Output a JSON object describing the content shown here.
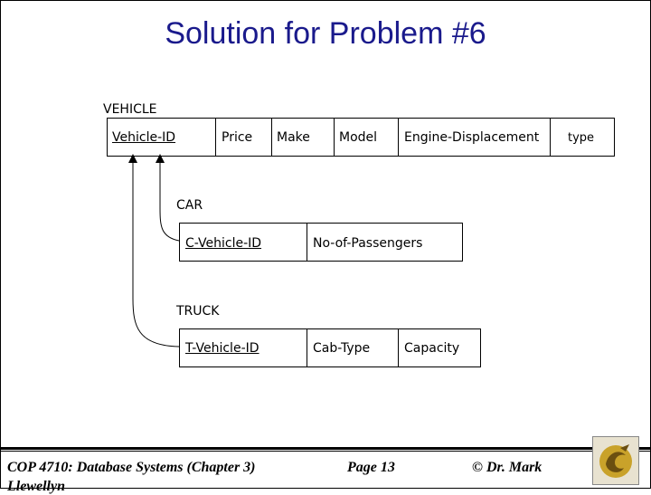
{
  "title": "Solution for Problem #6",
  "vehicle": {
    "name": "VEHICLE",
    "attributes": [
      "Vehicle-ID",
      "Price",
      "Make",
      "Model",
      "Engine-Displacement",
      "type"
    ]
  },
  "car": {
    "name": "CAR",
    "attributes": [
      "C-Vehicle-ID",
      "No-of-Passengers"
    ]
  },
  "truck": {
    "name": "TRUCK",
    "attributes": [
      "T-Vehicle-ID",
      "Cab-Type",
      "Capacity"
    ]
  },
  "footer": {
    "course": "COP 4710: Database Systems (Chapter 3)",
    "page": "Page 13",
    "author": "© Dr. Mark",
    "author_cut": "Llewellyn"
  }
}
